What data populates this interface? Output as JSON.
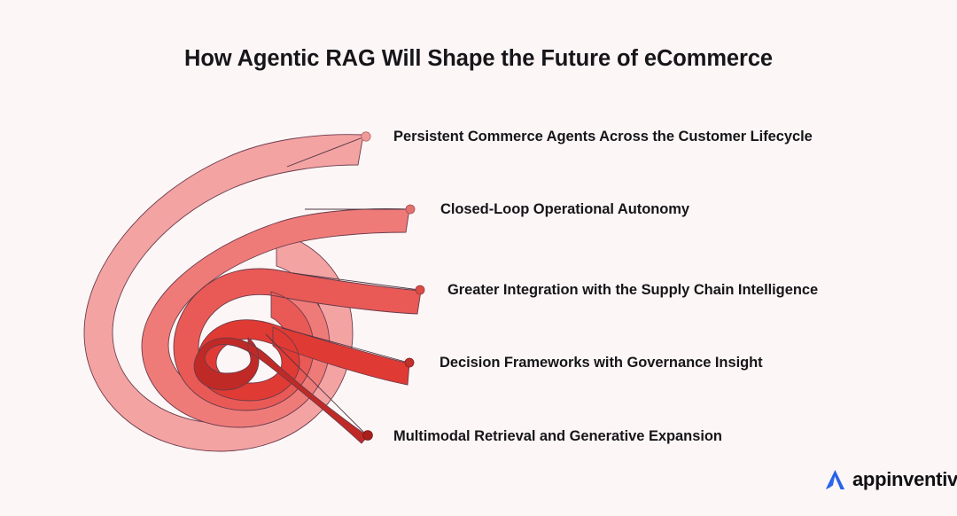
{
  "title": "How Agentic RAG Will Shape the Future of eCommerce",
  "background_color": "#fdf6f6",
  "spiral": {
    "description": "nested-spiral-diagram",
    "band_colors": [
      "#f4a3a3",
      "#ef7b79",
      "#e95a56",
      "#e03a34",
      "#c02a26"
    ],
    "stroke_color": "#6b3b4a"
  },
  "items": [
    {
      "label": "Persistent Commerce Agents Across the Customer Lifecycle",
      "dot_color": "#f09a9a",
      "band_index": 0
    },
    {
      "label": "Closed-Loop Operational Autonomy",
      "dot_color": "#e3716f",
      "band_index": 1
    },
    {
      "label": "Greater Integration with the Supply Chain Intelligence",
      "dot_color": "#d94c47",
      "band_index": 2
    },
    {
      "label": "Decision Frameworks with Governance Insight",
      "dot_color": "#c0302c",
      "band_index": 3
    },
    {
      "label": "Multimodal Retrieval and Generative Expansion",
      "dot_color": "#a81f1c",
      "band_index": 4
    }
  ],
  "logo": {
    "name": "appinventiv",
    "mark_color": "#2563eb",
    "text_color": "#101014"
  }
}
